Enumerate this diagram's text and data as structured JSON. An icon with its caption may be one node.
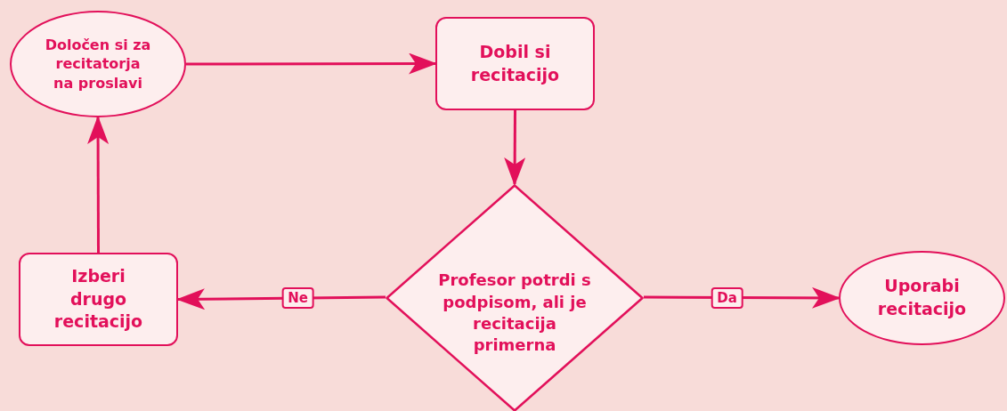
{
  "diagram": {
    "nodes": [
      {
        "text": [
          "Določen si za recitatorja na proslavi"
        ]
      },
      {
        "text": [
          "Dobil si recitacijo"
        ]
      },
      {
        "text": [
          "Profesor potrdi s podpisom, ali je recitacija primerna"
        ]
      },
      {
        "text": [
          "Izberi drugo recitacijo"
        ]
      },
      {
        "text": [
          "Uporabi recitacijo"
        ]
      }
    ],
    "edges": [
      {
        "from": 0,
        "to": 1,
        "arrow": "to"
      },
      {
        "from": 1,
        "to": 2,
        "arrow": "to"
      },
      {
        "from": 2,
        "to": 3,
        "label": "Ne",
        "arrow": "to"
      },
      {
        "from": 2,
        "to": 4,
        "label": "Da",
        "arrow": "to"
      },
      {
        "from": 3,
        "to": 0,
        "arrow": "to"
      }
    ]
  }
}
